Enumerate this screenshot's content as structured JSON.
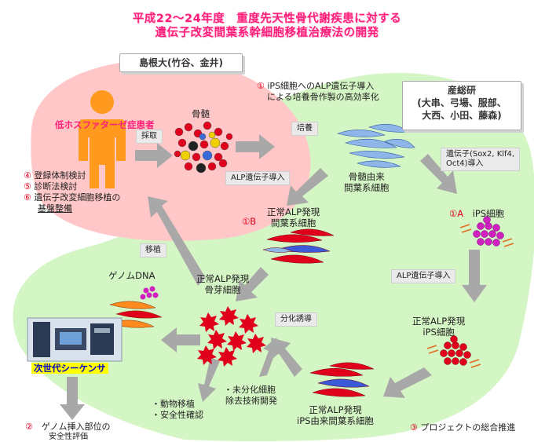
{
  "title": {
    "line1": "平成22～24年度　重度先天性骨代謝疾患に対する",
    "line2": "遺伝子改変間葉系幹細胞移植治療法の開発"
  },
  "orgs": {
    "shimane": "島根大(竹谷、金井)",
    "aist_name": "産総研",
    "aist_members_1": "(大串、弓場、服部、",
    "aist_members_2": "大西、小田、藤森)"
  },
  "patient_label": "低ホスファターゼ症患者",
  "bone_marrow_label": "骨髄",
  "sample_label": "採取",
  "culture_label": "培養",
  "item1": {
    "num": "①",
    "line1": "iPS細胞へのALP遺伝子導入",
    "line2": "による培養骨作製の高効率化"
  },
  "mscs_line1": "骨髄由来",
  "mscs_line2": "間葉系細胞",
  "factors_line1": "遺伝子(Sox2, Klf4,",
  "factors_line2": "Oct4)導入",
  "alp_transfer_1": "ALP遺伝子導入",
  "alp_transfer_2": "ALP遺伝子導入",
  "ips_num": "①A",
  "ips_label": "iPS細胞",
  "b_num": "①B",
  "alp_msc_line1": "正常ALP発現",
  "alp_msc_line2": "間葉系細胞",
  "osteo_line1": "正常ALP発現",
  "osteo_line2": "骨芽細胞",
  "alp_ips_line1": "正常ALP発現",
  "alp_ips_line2": "iPS細胞",
  "ips_msc_line1": "正常ALP発現",
  "ips_msc_line2": "iPS由来間葉系細胞",
  "transplant_label": "移植",
  "differentiation_label": "分化誘導",
  "genome_label": "ゲノムDNA",
  "sequencer_label": "次世代シーケンサ",
  "left_items": [
    {
      "num": "④",
      "text": "登録体制検討"
    },
    {
      "num": "⑤",
      "text": "診断法検討"
    },
    {
      "num": "⑥",
      "text": "遺伝子改変細胞移植の"
    }
  ],
  "left_items_last": "基盤整備",
  "animal_1": "・動物移植",
  "animal_2": "・安全性確認",
  "undiff_1": "・未分化細胞",
  "undiff_2": "除去技術開発",
  "item2": {
    "num": "②",
    "line1": "ゲノム挿入部位の",
    "line2": "安全性評価"
  },
  "item3": {
    "num": "③",
    "text": "プロジェクトの総合推進"
  },
  "colors": {
    "title": "#ff1f7a",
    "patient_zone": "#ffc7c7",
    "lab_zone": "#d4f5c4",
    "arrow": "#a8a8a8",
    "cell_red": "#e0001b"
  }
}
